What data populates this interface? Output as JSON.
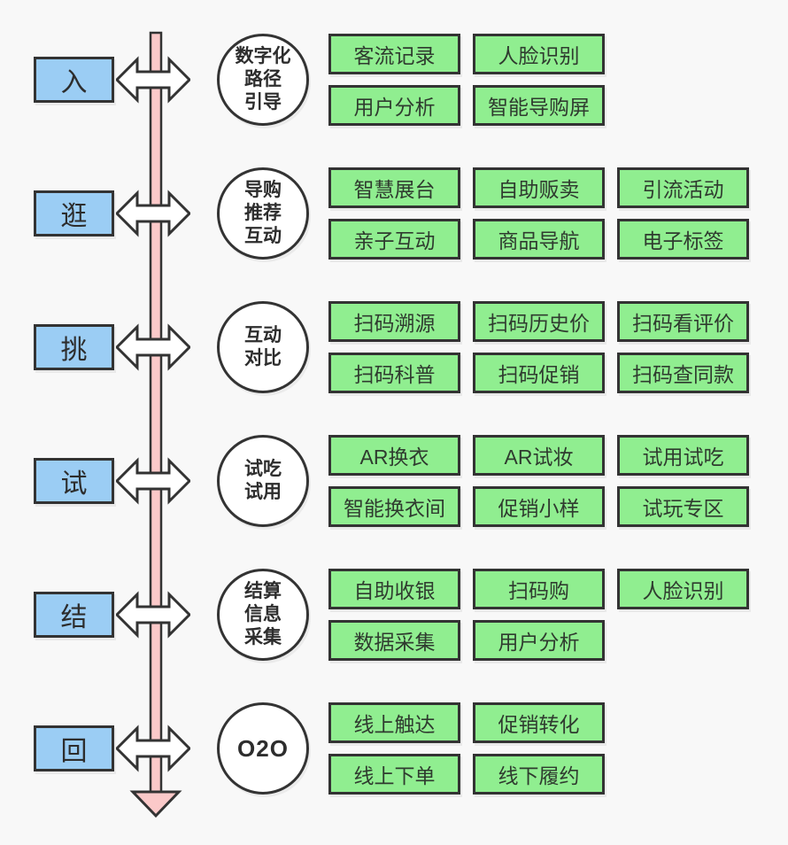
{
  "diagram": {
    "title": "",
    "stages": [
      {
        "stage": "入",
        "circle_lines": [
          "数字化",
          "路径",
          "引导"
        ],
        "features": [
          [
            "客流记录",
            "人脸识别"
          ],
          [
            "用户分析",
            "智能导购屏"
          ]
        ]
      },
      {
        "stage": "逛",
        "circle_lines": [
          "导购",
          "推荐",
          "互动"
        ],
        "features": [
          [
            "智慧展台",
            "自助贩卖",
            "引流活动"
          ],
          [
            "亲子互动",
            "商品导航",
            "电子标签"
          ]
        ]
      },
      {
        "stage": "挑",
        "circle_lines": [
          "互动",
          "对比"
        ],
        "features": [
          [
            "扫码溯源",
            "扫码历史价",
            "扫码看评价"
          ],
          [
            "扫码科普",
            "扫码促销",
            "扫码查同款"
          ]
        ]
      },
      {
        "stage": "试",
        "circle_lines": [
          "试吃",
          "试用"
        ],
        "features": [
          [
            "AR换衣",
            "AR试妆",
            "试用试吃"
          ],
          [
            "智能换衣间",
            "促销小样",
            "试玩专区"
          ]
        ]
      },
      {
        "stage": "结",
        "circle_lines": [
          "结算",
          "信息",
          "采集"
        ],
        "features": [
          [
            "自助收银",
            "扫码购",
            "人脸识别"
          ],
          [
            "数据采集",
            "用户分析"
          ]
        ]
      },
      {
        "stage": "回",
        "circle_lines": [
          "O2O"
        ],
        "features": [
          [
            "线上触达",
            "促销转化"
          ],
          [
            "线上下单",
            "线下履约"
          ]
        ]
      }
    ],
    "icons": {
      "timeline": "down-arrow-timeline",
      "connector": "left-right-arrow"
    },
    "colors": {
      "background": "#f8f8f8",
      "stage_fill": "#9bcdf4",
      "feature_fill": "#90ee90",
      "circle_fill": "#ffffff",
      "timeline_fill": "#fbc9c9",
      "connector_fill": "#ffffff",
      "stroke": "#333333",
      "text": "#333333"
    }
  }
}
